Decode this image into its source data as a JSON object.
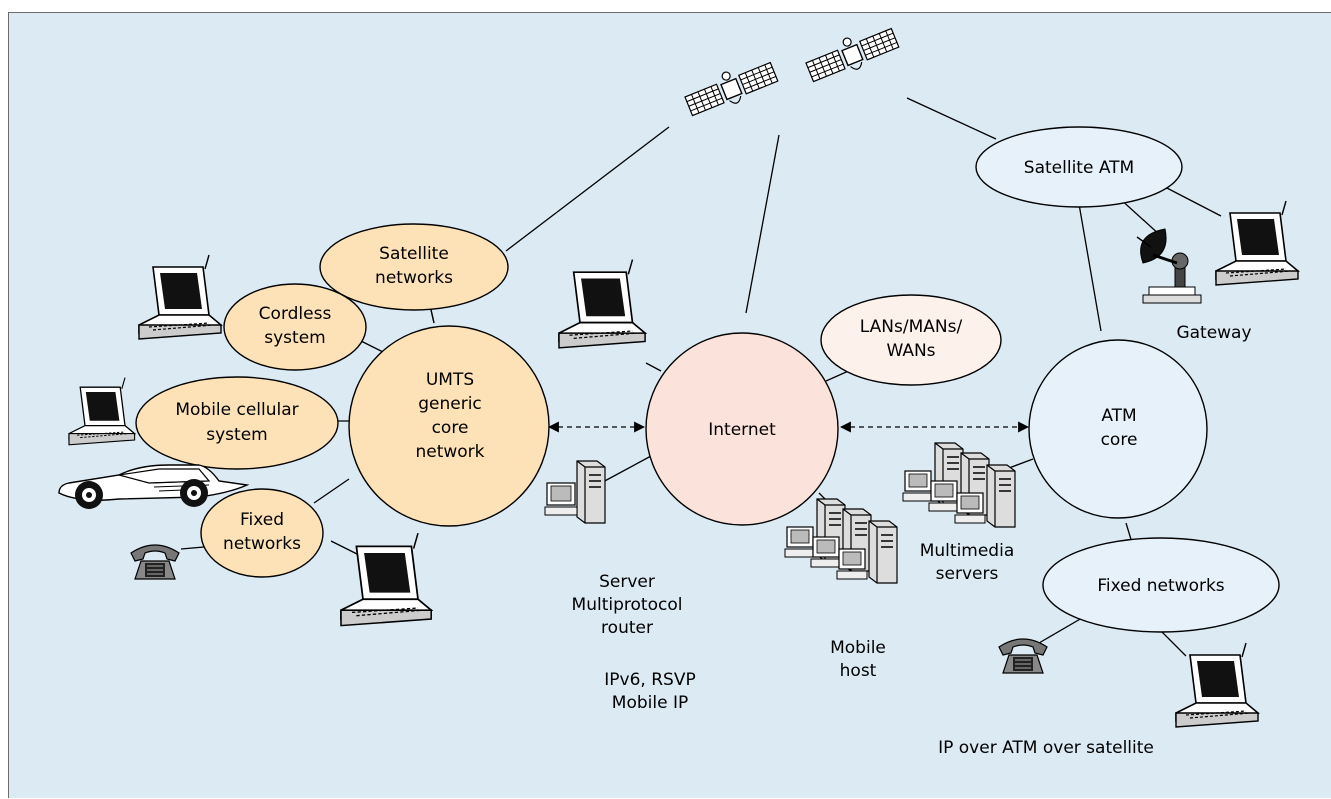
{
  "colors": {
    "background": "#dceaf4",
    "umts_fill": "#fde2b8",
    "internet_fill": "#fbe3dc",
    "atm_fill": "#e6f1f9",
    "lan_fill": "#fdf1ec",
    "stroke": "#000000"
  },
  "nodes": {
    "satellite_networks": "Satellite\nnetworks",
    "cordless_system": "Cordless\nsystem",
    "mobile_cellular_system": "Mobile cellular\nsystem",
    "fixed_networks_left": "Fixed\nnetworks",
    "umts_core": "UMTS\ngeneric\ncore\nnetwork",
    "internet": "Internet",
    "lans_mans_wans": "LANs/MANs/\nWANs",
    "satellite_atm": "Satellite ATM",
    "atm_core": "ATM\ncore",
    "fixed_networks_right": "Fixed networks"
  },
  "labels": {
    "gateway": "Gateway",
    "server_router": "Server\nMultiprotocol\nrouter",
    "protocols": "IPv6, RSVP\nMobile IP",
    "mobile_host": "Mobile\nhost",
    "multimedia_servers": "Multimedia\nservers",
    "ip_over_atm": "IP over ATM over satellite"
  },
  "icons": [
    "satellite-icon",
    "laptop-icon",
    "car-icon",
    "telephone-icon",
    "server-cluster-icon",
    "satellite-dish-icon"
  ]
}
